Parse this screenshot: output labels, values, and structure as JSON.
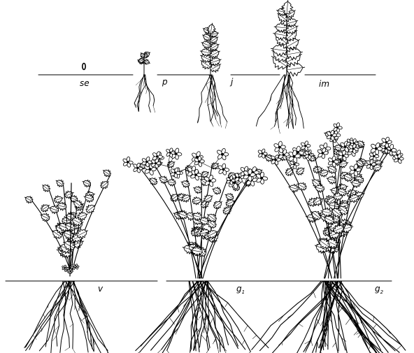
{
  "figure": {
    "stages": [
      {
        "key": "se",
        "label": "se"
      },
      {
        "key": "p",
        "label": "p"
      },
      {
        "key": "j",
        "label": "j"
      },
      {
        "key": "im",
        "label": "im"
      },
      {
        "key": "v",
        "label": "v"
      },
      {
        "key": "g1",
        "label": "g",
        "subscript": "1"
      },
      {
        "key": "g2",
        "label": "g",
        "subscript": "2"
      }
    ]
  }
}
